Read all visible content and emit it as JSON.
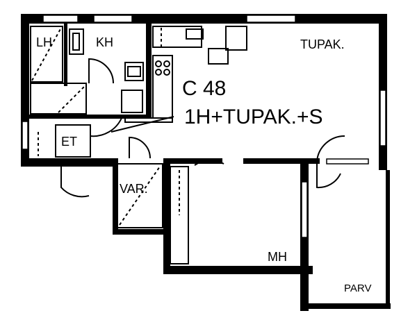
{
  "plan": {
    "apartment_code": "C 48",
    "apartment_type": "1H+TUPAK.+S",
    "rooms": {
      "lh": "LH",
      "kh": "KH",
      "tupak": "TUPAK.",
      "et": "ET",
      "var": "VAR.",
      "mh": "MH",
      "parv": "PARV"
    }
  }
}
